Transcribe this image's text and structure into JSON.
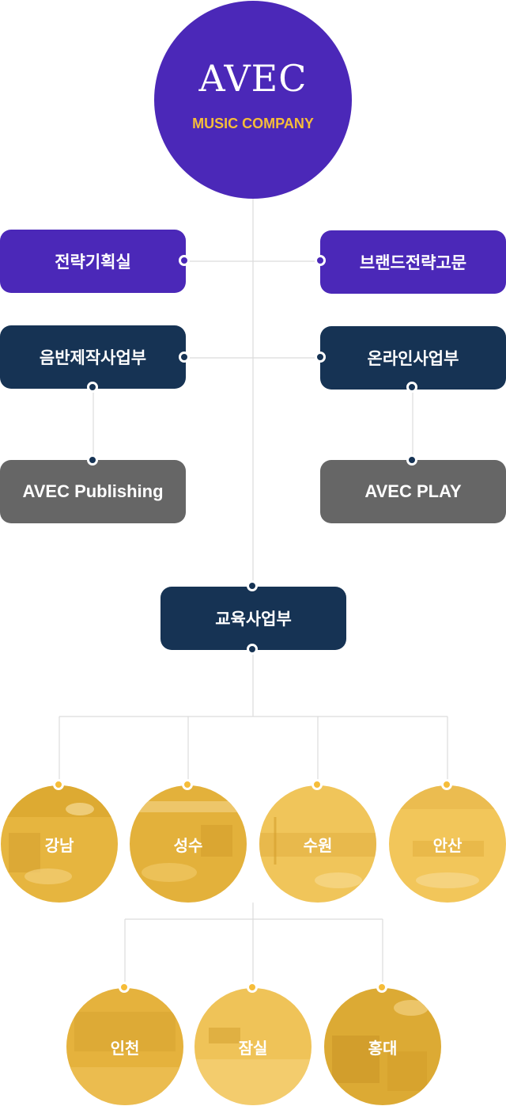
{
  "hub": {
    "logo": "AVEC",
    "subtitle": "MUSIC COMPANY"
  },
  "departments": {
    "strategy_planning": "전략기획실",
    "brand_strategy_advisor": "브랜드전략고문",
    "album_production": "음반제작사업부",
    "online": "온라인사업부",
    "avec_publishing": "AVEC Publishing",
    "avec_play": "AVEC PLAY",
    "education": "교육사업부"
  },
  "branches": [
    "강남",
    "성수",
    "수원",
    "안산",
    "인천",
    "잠실",
    "홍대"
  ],
  "colors": {
    "purple": "#4b28b8",
    "navy": "#163354",
    "grey": "#666666",
    "gold": "#f6bd39",
    "line": "#dddddd"
  }
}
